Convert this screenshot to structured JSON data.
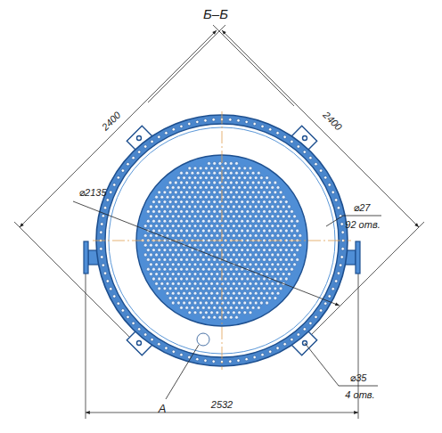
{
  "diagram": {
    "title": "Б–Б",
    "labels": [
      "2400",
      "2400",
      "⌀2135",
      "⌀27",
      "92 отв.",
      "⌀35",
      "4 отв.",
      "А",
      "2532"
    ]
  }
}
